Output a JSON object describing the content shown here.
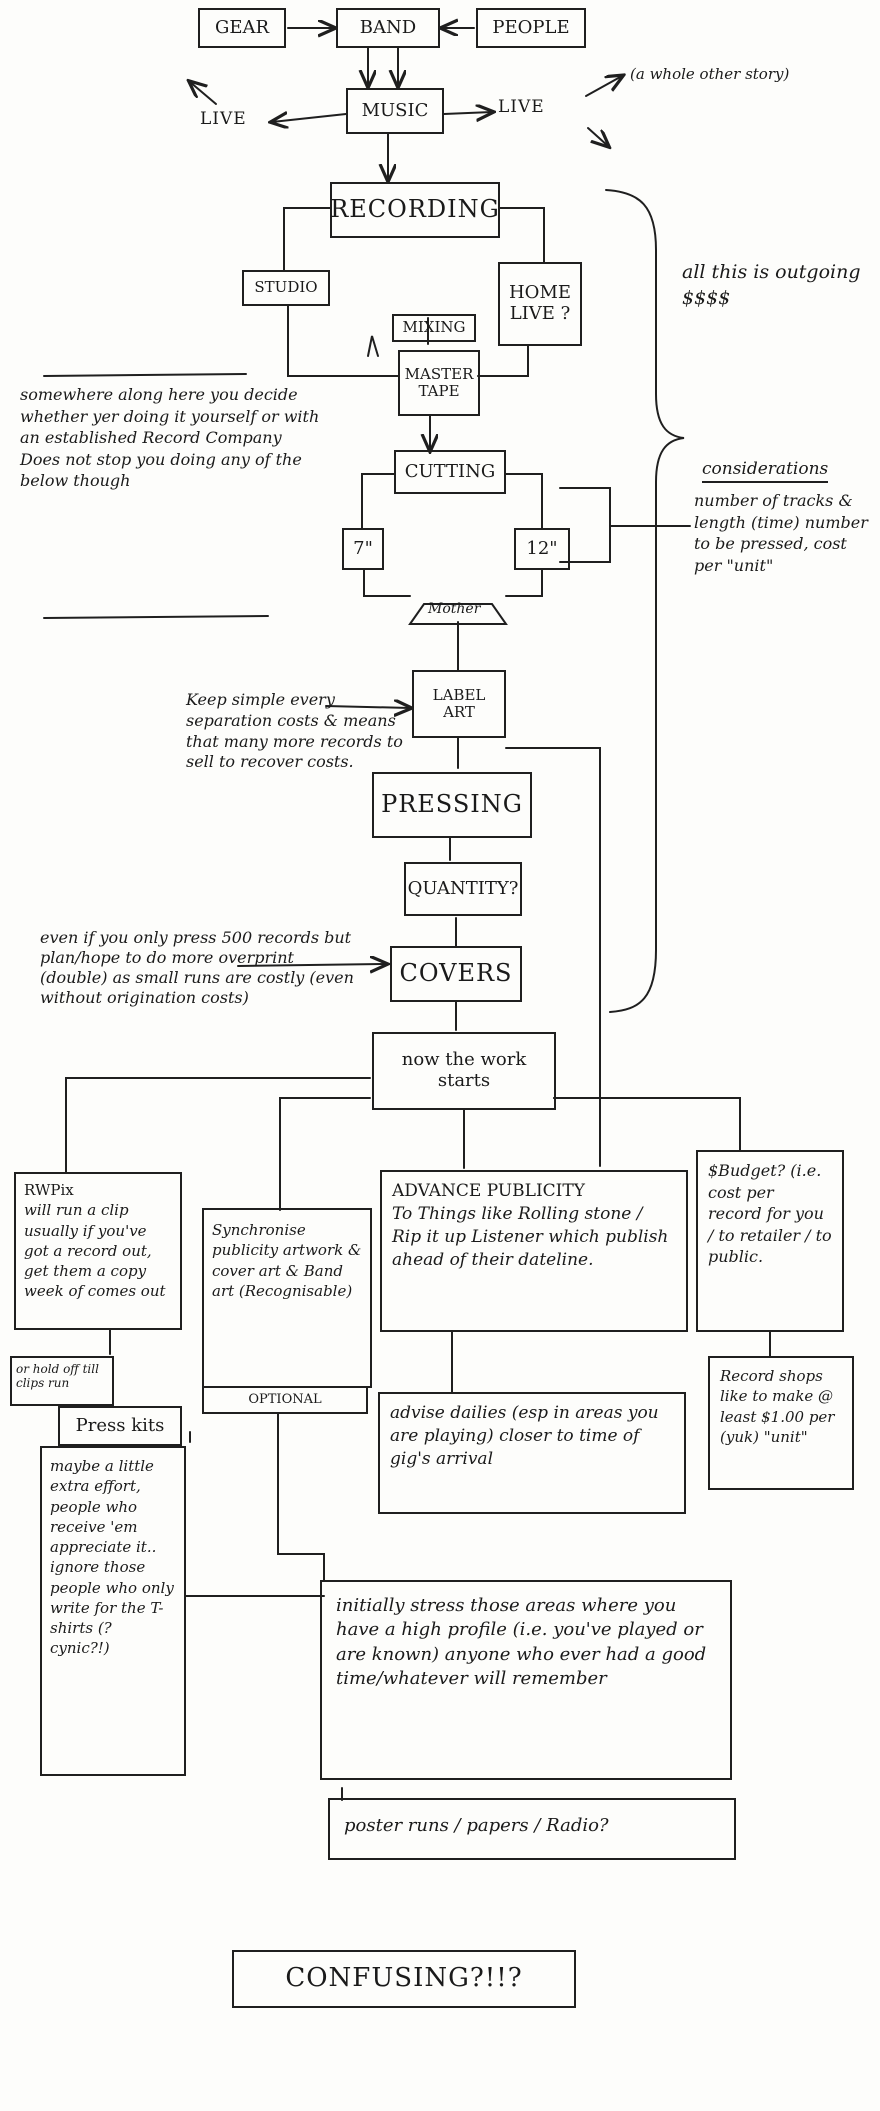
{
  "nodes": {
    "gear": "GEAR",
    "band": "BAND",
    "people": "PEOPLE",
    "music": "MUSIC",
    "live_left": "LIVE",
    "live_right": "LIVE",
    "whole_other_story": "(a whole other story)",
    "recording": "RECORDING",
    "studio": "STUDIO",
    "home_live": "HOME LIVE ?",
    "mixing": "MIXING",
    "master_tape": "MASTER TAPE",
    "cutting": "CUTTING",
    "seven_inch": "7\"",
    "twelve_inch": "12\"",
    "mother": "Mother",
    "label_art": "LABEL ART",
    "pressing": "PRESSING",
    "quantity": "QUANTITY?",
    "covers": "COVERS",
    "work_starts": "now the work starts",
    "confusing": "CONFUSING?!!?"
  },
  "notes": {
    "outgoing": "all this is outgoing $$$$",
    "along_here": "somewhere along here you decide whether yer doing it yourself or with an established Record Company Does not stop you doing any of the below though",
    "considerations_title": "considerations",
    "considerations_body": "number of tracks & length (time) number to be pressed, cost per \"unit\"",
    "keep_simple": "Keep simple every separation costs & means that many more records to sell to recover costs.",
    "even_if": "even if you only press 500 records but plan/hope to do more overprint (double) as small runs are costly (even without origination costs)"
  },
  "boxes": {
    "rwpix_title": "RWPix",
    "rwpix_body": "will run a clip usually if you've got a record out, get them a copy week of comes out",
    "hold_off": "or hold off till clips run",
    "synchronise": "Synchronise publicity artwork & cover art & Band art (Recognisable)",
    "optional": "OPTIONAL",
    "advance_title": "ADVANCE PUBLICITY",
    "advance_body": "To Things like Rolling stone / Rip it up Listener which publish ahead of their dateline.",
    "budget": "$Budget? (i.e. cost per record for you / to retailer / to public.",
    "record_shops": "Record shops like to make @ least $1.00 per (yuk) \"unit\"",
    "press_kits_title": "Press kits",
    "press_kits_body": "maybe a little extra effort, people who receive 'em appreciate it.. ignore those people who only write for the T-shirts (? cynic?!)",
    "advise_dailies": "advise dailies (esp in areas you are playing) closer to time of gig's arrival",
    "initially": "initially stress those areas where you have a high profile (i.e. you've played or are known) anyone who ever had a good time/whatever will remember",
    "poster_runs": "poster runs / papers / Radio?"
  }
}
